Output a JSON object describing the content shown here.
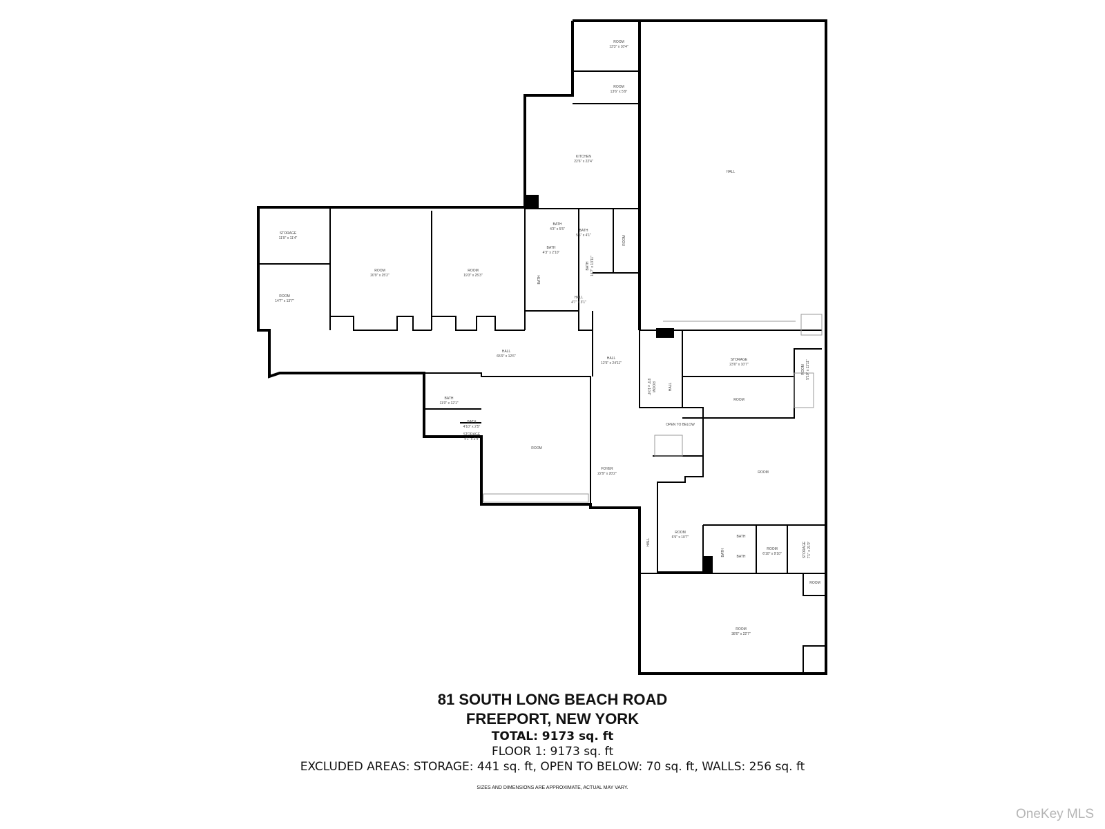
{
  "title": {
    "address": "81 SOUTH LONG BEACH ROAD",
    "city": "FREEPORT, NEW YORK",
    "total": "TOTAL: 9173 sq. ft",
    "floor": "FLOOR 1: 9173 sq. ft",
    "excluded": "EXCLUDED AREAS: STORAGE: 441 sq. ft, OPEN TO BELOW: 70 sq. ft, WALLS: 256 sq. ft",
    "disclaimer": "SIZES AND DIMENSIONS ARE APPROXIMATE, ACTUAL MAY VARY."
  },
  "watermark": "OneKey MLS",
  "rooms": [
    {
      "name": "ROOM",
      "dims": "13'3\" x 10'4\""
    },
    {
      "name": "ROOM",
      "dims": "13'6\" x 5'9\""
    },
    {
      "name": "KITCHEN",
      "dims": "22'6\" x 22'4\""
    },
    {
      "name": "HALL",
      "dims": ""
    },
    {
      "name": "STORAGE",
      "dims": "11'9\" x 11'4\""
    },
    {
      "name": "ROOM",
      "dims": "14'7\" x 13'7\""
    },
    {
      "name": "ROOM",
      "dims": "20'9\" x 25'2\""
    },
    {
      "name": "ROOM",
      "dims": "19'3\" x 25'3\""
    },
    {
      "name": "BATH",
      "dims": "4'3\" x 5'5\""
    },
    {
      "name": "BATH",
      "dims": "5'5\" x 4'1\""
    },
    {
      "name": "BATH",
      "dims": "4'3\" x 2'10\""
    },
    {
      "name": "BATH",
      "dims": ""
    },
    {
      "name": "BATH",
      "dims": "14'7\" x 13'11\""
    },
    {
      "name": "HALL",
      "dims": "4'7\" x 3'1\""
    },
    {
      "name": "ROOM",
      "dims": ""
    },
    {
      "name": "HALL",
      "dims": "65'9\" x 12'6\""
    },
    {
      "name": "HALL",
      "dims": "12'5\" x 24'11\""
    },
    {
      "name": "BATH",
      "dims": "11'0\" x 12'1\""
    },
    {
      "name": "BATH",
      "dims": "4'10\" x 2'5\""
    },
    {
      "name": "STORAGE",
      "dims": "4'1\" x 2'4\""
    },
    {
      "name": "ROOM",
      "dims": ""
    },
    {
      "name": "FOYER",
      "dims": "22'9\" x 20'2\""
    },
    {
      "name": "STORAGE",
      "dims": "23'0\" x 10'7\""
    },
    {
      "name": "ROOM",
      "dims": ""
    },
    {
      "name": "ROOM",
      "dims": "9'3\" x 10'4\""
    },
    {
      "name": "HALL",
      "dims": ""
    },
    {
      "name": "ROOM",
      "dims": "5'10\" x 11'11\""
    },
    {
      "name": "OPEN TO BELOW",
      "dims": ""
    },
    {
      "name": "ROOM",
      "dims": ""
    },
    {
      "name": "ROOM",
      "dims": "6'9\" x 10'7\""
    },
    {
      "name": "BATH",
      "dims": ""
    },
    {
      "name": "BATH",
      "dims": ""
    },
    {
      "name": "BATH",
      "dims": ""
    },
    {
      "name": "ROOM",
      "dims": "6'10\" x 9'10\""
    },
    {
      "name": "STORAGE",
      "dims": "7'1\" x 21'0\""
    },
    {
      "name": "ROOM",
      "dims": ""
    },
    {
      "name": "ROOM",
      "dims": "38'0\" x 22'7\""
    },
    {
      "name": "HALL",
      "dims": ""
    }
  ]
}
